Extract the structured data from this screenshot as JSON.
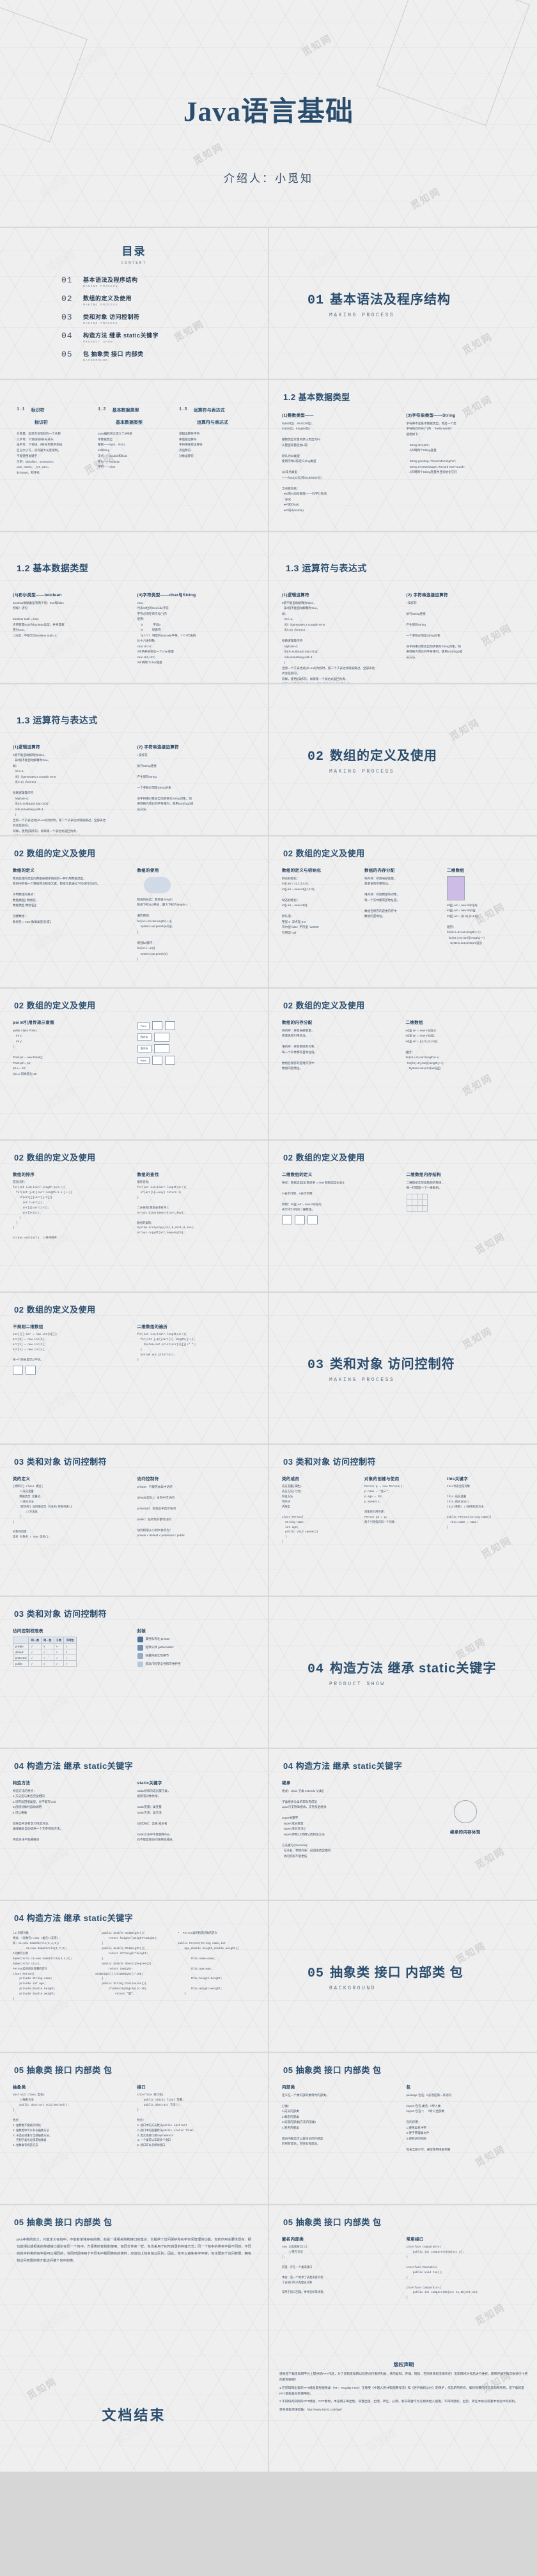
{
  "cover": {
    "title": "Java语言基础",
    "subtitle": "介绍人：小觅知"
  },
  "toc": {
    "title": "目录",
    "title_en": "CONTENT",
    "items": [
      {
        "num": "01",
        "label": "基本语法及程序结构",
        "en": "MAKING PROCESS"
      },
      {
        "num": "02",
        "label": "数组的定义及使用",
        "en": "MAKING PROCESS"
      },
      {
        "num": "03",
        "label": "类和对象  访问控制符",
        "en": "MAKING PROCESS"
      },
      {
        "num": "04",
        "label": "构造方法 继承 static关键字",
        "en": "PRODUCT SHOW"
      },
      {
        "num": "05",
        "label": "包 抽象类 接口 内部类",
        "en": "BACKGROUND"
      }
    ]
  },
  "sections": [
    {
      "num": "01",
      "label": "基本语法及程序结构",
      "en": "MAKING PROCESS"
    },
    {
      "num": "02",
      "label": "数组的定义及使用",
      "en": "MAKING PROCESS"
    },
    {
      "num": "03",
      "label": "类和对象  访问控制符",
      "en": "MAKING PROCESS"
    },
    {
      "num": "04",
      "label": "构造方法 继承 static关键字",
      "en": "PRODUCT SHOW"
    },
    {
      "num": "05",
      "label": "抽象类 接口 内部类 包",
      "en": "BACKGROUND"
    }
  ],
  "overview_1x": {
    "cards": [
      {
        "num": "1.1",
        "title": "标识符",
        "title2": "标识符",
        "body": "为变量、类或方法等起的一个名称\n以字母、下划线或$符号开头\n由字母、下划线、$符号和数字组成\n区分大小写，没有最大长度限制，\n不能使用关键字\n示例：identifier、userName、\nuser_name、_sys_var1、\n$change、程序名"
      },
      {
        "num": "1.2",
        "title": "基本数据类型",
        "title2": "基本数据类型",
        "body": "Java编程语言定义了8种基\n本数据类型\n整数——byte、short、\nint和long\n浮点——double和float\n布尔——boolean\n字符——char"
      },
      {
        "num": "1.3",
        "title": "运算符与表达式",
        "title2": "运算符与表达式",
        "body": "逻辑运算符字符\n串连接运算符\n字符串连接运算符\n点运算符\n对象运算符"
      }
    ]
  },
  "slides": [
    {
      "id": "s-1-2-a",
      "title": "1.2 基本数据类型",
      "layout": "two-col",
      "left_head": "(1)整数类型——",
      "left_body": "byte(8位)、short(16位)、\nint(32位)、long(64位)\n\n整数类型常量的默认类型为int\n长整型常量后加L或l\n\n默认为int类型\n使用字母L或l定义long类型\n\n(2)浮点类型\n——float(32位)和double(64位)\n\n浮点数包括：\n  ➤E或e(加指数值)——科学计数法\n    形式\n  ➤F或f(float)\n  ➤D或d(double)",
      "right_head": "(3)字符串类型——String",
      "right_body": "字符串不是基本数据类型，而是一个类\n字符在双引号(\"\")内    \"Hello,World!\"\n使用如下：\n\n    String str1,str2;\n    //声明两个String变量\n\n    String greeting=\"Good Morning!!\\n\";\n    String errorMessage=\"Record Not Found!\";\n    //声明两个String变量并且初始化它们"
    },
    {
      "id": "s-1-3-a",
      "title": "1.3 运算符与表达式",
      "layout": "two-col",
      "left_head": "(1)逻辑运算符",
      "left_body": "0值不能自动解释为false，\n  非0值不能自动解释为true。\n如：\n   int i=1;\n   if(i)  //generates a compile error\n   if(i!=0)  //correct\n\n短路逻辑操作符\n   MyDate d;\n   if((d!=null)&&(d.day>31)){\n   //do something with d\n   }\n当第一个子表达式(d!=null)为假时，第二个子表达式就被跳过，全部表达\n式总是假的。\n同样，使用||操作符，如果第一个表达式返回为真，\n则不必计算第二个表达式，因为整个表达式必定为真。",
      "right_head": "(2) 字符串连接运算符",
      "right_body": "+操作符\n\n执行String连接\n\n产生新的String\n\n一个参数必须是String对象\n\n非字符串对象会自动转换为String对象。如\n要转换为等价的字符串时，使用toString()成\n员方法"
    },
    {
      "id": "s-1-2-b",
      "title": "1.2 基本数据类型",
      "layout": "two-col",
      "left_head": "(3)布尔类型——boolean",
      "left_body": "boolean数据类型有两个值：true和false\n例如：语句\n\nboolean truth = true;\n声明变量truth为boolean类型，并将其赋\n值为true。\n◻注意：不能写为boolean truth=1;",
      "right_head": "(4)字符类型——char与String",
      "right_body": "char\n代表16位的Unicode字符\n字符必须在单引号('')内\n使用：\n    'a'            字母a\n    '\\t'           制表符\n    '\\u????'  特定的Unicode字符，????代表四\n位十六进制数\nchar ch='A';\n//声明并初始化一个char变量\nchar ch1,ch2;\n//声明两个char变量"
    },
    {
      "id": "s-2-a",
      "title": "02  数组的定义及使用",
      "layout": "two-col-img",
      "left_head": "数组的定义",
      "left_body": "数组是相同类型的数据按顺序组成的一种引用数据类型。\n数组中的每一个数据称为数组元素，数组元素通过下标(索引)访问。\n\n声明数组的格式：\n数据类型[] 数组名;\n数据类型 数组名[];\n\n创建数组：\n数组名 = new 数据类型[长度];",
      "right_head": "数组的使用",
      "right_body": "数组的长度：数组名.length\n数组下标从0开始，最大下标为length-1\n\n遍历数组：\nfor(int i=0;i<arr.length;i++){\n    System.out.println(arr[i]);\n}\n\n增强for循环：\nfor(int x : arr){\n    System.out.println(x);\n}"
    },
    {
      "id": "s-2-b",
      "title": "02  数组的定义及使用",
      "layout": "three-box",
      "boxes": [
        {
          "h": "数组的定义与初始化",
          "b": "静态初始化：\nint[] arr = {1,2,3,4,5};\nint[] arr = new int[]{1,2,3};\n\n动态初始化：\nint[] arr = new int[5];\n\n默认值：\n整型 0  浮点型 0.0\n布尔型 false  字符型 '\\u0000'\n引用型 null"
        },
        {
          "h": "数组的内存分配",
          "b": "栈内存：存放局部变量，\n变量名和引用地址。\n\n堆内存：存放数组和对象，\n每一个实体都有首地址值。\n\n数组名保存的是堆内存中\n数组的首地址。"
        },
        {
          "h": "二维数组",
          "b": "int[][] arr = new int[3][4];\nint[][] arr = new int[3][];\nint[][] arr = {{1,2},{3,4,5}};\n\n遍历：\nfor(int i=0;i<arr.length;i++)\n  for(int j=0;j<arr[i].length;j++)\n    System.out.print(arr[i][j]);"
        }
      ]
    },
    {
      "id": "s-2-c",
      "title": "02  数组的定义及使用",
      "layout": "diagram-point",
      "left_head": "point引用传递示意图",
      "left_body": "public class Point{\n    int x;\n    int y;\n}\n\nPoint p1 = new Point();\nPoint p2 = p1;\np2.x = 10;\n//p1.x 同样变为 10",
      "labels": [
        "Point",
        "栈内存",
        "堆内存",
        "Point"
      ]
    },
    {
      "id": "s-2-d",
      "title": "02  数组的定义及使用",
      "layout": "two-col",
      "left_head": "数组的排序",
      "left_body": "冒泡排序：\nfor(int i=0;i<arr.length-1;i++){\n  for(int j=0;j<arr.length-1-i;j++){\n    if(arr[j]>arr[j+1]){\n      int t=arr[j];\n      arr[j]=arr[j+1];\n      arr[j+1]=t;\n    }\n  }\n}\n\nArrays.sort(arr); //升序排序",
      "right_head": "数组的查找",
      "right_body": "顺序查找：\nfor(int i=0;i<arr.length;i++){\n  if(arr[i]==key) return i;\n}\n\n二分查找(数组必须有序)：\nArrays.binarySearch(arr,key);\n\n数组的复制：\nSystem.arraycopy(src,0,dest,0,len);\nArrays.copyOf(arr,newLength);"
    },
    {
      "id": "s-2-e",
      "title": "02  数组的定义及使用",
      "layout": "two-col-table",
      "left_head": "二维数组的定义",
      "left_body": "格式：数据类型[][] 数组名 = new 数据类型[m][n];\n\nm表示行数，n表示列数\n\n例如：int[][] arr = new int[3][4];\n表示3行4列的二维数组。",
      "right_head": "二维数组内存结构",
      "right_body": "二维数组实际是数组的数组，\n每一行都是一个一维数组。"
    },
    {
      "id": "s-2-f",
      "title": "02  数组的定义及使用",
      "layout": "two-col-table",
      "left_head": "不规则二维数组",
      "left_body": "int[][] arr = new int[3][];\narr[0] = new int[2];\narr[1] = new int[3];\narr[2] = new int[4];\n\n每一行的长度可以不同。",
      "right_head": "二维数组的遍历",
      "right_body": "for(int i=0;i<arr.length;i++){\n  for(int j=0;j<arr[i].length;j++){\n    System.out.print(arr[i][j]+\" \");\n  }\n  System.out.println();\n}"
    },
    {
      "id": "s-3-a",
      "title": "03  类和对象  访问控制符",
      "layout": "two-col",
      "left_head": "类的定义",
      "left_body": "[修饰符] class 类名{\n    //成员变量\n    数据类型 变量名;\n    //成员方法\n    [修饰符] 返回值类型 方法名(参数列表){\n        //方法体\n    }\n}\n\n对象的创建：\n类名 对象名 = new 类名();",
      "right_head": "访问控制符",
      "right_body": "private：只能在本类中访问\n\ndefault(默认)：本包中可访问\n\nprotected：本包及子类可访问\n\npublic：任何地方都可访问\n\n访问权限从小到大依次为：\nprivate < default < protected < public"
    },
    {
      "id": "s-3-b",
      "title": "03  类和对象  访问控制符",
      "layout": "three-box",
      "boxes": [
        {
          "h": "类的成员",
          "b": "成员变量(属性)\n成员方法(行为)\n构造方法\n代码块\n内部类\n\nclass Person{\n  String name;\n  int age;\n  public void speak(){\n  }\n}"
        },
        {
          "h": "对象的创建与使用",
          "b": "Person p = new Person();\np.name = \"张三\";\np.age = 20;\np.speak();\n\n对象的引用传递：\nPerson p2 = p;\n两个引用指向同一个对象"
        },
        {
          "h": "this关键字",
          "b": "this代表当前对象\n\nthis.成员变量\nthis.成员方法()\nthis(参数) //调用构造方法\n\npublic Person(String name){\n  this.name = name;\n}"
        }
      ]
    },
    {
      "id": "s-3-c",
      "title": "03  类和对象  访问控制符",
      "layout": "table-slide",
      "left_head": "访问控制权限表",
      "table": {
        "headers": [
          "",
          "同一类",
          "同一包",
          "子类",
          "不同包"
        ],
        "rows": [
          [
            "private",
            "√",
            "×",
            "×",
            "×"
          ],
          [
            "default",
            "√",
            "√",
            "×",
            "×"
          ],
          [
            "protected",
            "√",
            "√",
            "√",
            "×"
          ],
          [
            "public",
            "√",
            "√",
            "√",
            "√"
          ]
        ]
      },
      "right_head": "封装",
      "right_items": [
        "属性私有化 private",
        "提供公共 getter/setter",
        "隐藏内部实现细节",
        "提高代码安全性和可维护性"
      ]
    },
    {
      "id": "s-4-a",
      "title": "04  构造方法 继承 static关键字",
      "layout": "two-col",
      "left_head": "构造方法",
      "left_body": "构造方法的特点：\n1.方法名与类名完全相同\n2.没有返回值类型，也不能写void\n3.创建对象时自动调用\n4.可以重载\n\n如果类中没有定义构造方法，\n编译器会自动提供一个无参构造方法。\n\n构造方法不能被继承",
      "right_head": "static关键字",
      "right_body": "static修饰的成员属于类，\n被所有对象共享。\n\nstatic变量：类变量\nstatic方法：类方法\n\n访问方式：类名.成员名\n\nstatic方法中不能使用this，\n也不能直接访问非静态成员。"
    },
    {
      "id": "s-4-b",
      "title": "04  构造方法 继承 static关键字",
      "layout": "inherit",
      "left_head": "继承",
      "left_body": "格式：class 子类 extends 父类{}\n\n子类继承父类的非私有成员\nJava只支持单继承，支持多层继承\n\nsuper关键字：\n  super.成员变量\n  super.成员方法()\n  super(参数) //调用父类构造方法\n\n方法重写(Override)：\n  方法名、参数列表、返回值类型相同\n  访问权限不能更低",
      "right_head": "继承的内存体现"
    },
    {
      "id": "s-4-c",
      "title": "04  构造方法 继承 static关键字",
      "layout": "long-text",
      "body": "(1)创建对象\n格式：<对象名>=new <类名>(实参);\n如：c1=new SameCircle(3,4,5);\n        c2=new SameCircle(6,7,8);\n2对象的引用\nSameCircle c1=new SameCircle(3,4,5);\nSameCircle c2=c1；\nPerson类的成员变量的定义\nclass Person{\n    private String name;\n    private int age;\n    private double height;\n    private double weight;\n}",
      "body2": "    public double StdWeight(){\n        return height/(weight*weight);\n    }\n    public double StdWeight(){\n        return 22*height*height;\n    }\n    public double ObesityDegree(){\n        return (weight-\nStdWeight())/StdWeight()*100;\n    }\n    public String Conclusion(){\n        if(ObesityDegree()<-10)\n            return \"瘦\";",
      "body3": "▪  Person类的构造函数的定义\n\npublic Person(String name,int\n    age,double height,double weight){\n\n        this.name=name;\n\n        this.age=age;\n\n        this.height=height;\n\n        this.weight=weight;\n    }"
    },
    {
      "id": "s-5-a",
      "title": "05 抽象类  接口  内部类  包",
      "layout": "two-col",
      "left_head": "抽象类",
      "left_body": "abstract class 类名{\n    //抽象方法\n    public abstract void method();\n}\n\n特点：\n1.抽象类不能被实例化\n2.抽象类中可以有非抽象方法\n3.子类必须重写全部抽象方法，\n  否则子类也必须是抽象类\n4.抽象类有构造方法",
      "right_head": "接口",
      "right_body": "interface 接口名{\n    public static final 常量;\n    public abstract 方法();\n}\n\n特点：\n1.接口中的方法默认public abstract\n2.接口中的变量默认public static final\n3.类实现接口用implements\n4.一个类可以实现多个接口\n5.接口可以多继承接口"
    },
    {
      "id": "s-5-b",
      "title": "05 抽象类  接口  内部类  包",
      "layout": "two-col",
      "left_head": "内部类",
      "left_body": "定义在一个类内部的类称为内部类。\n\n分类：\n1.成员内部类\n2.静态内部类\n3.局部内部类(方法内部类)\n4.匿名内部类\n\n成员内部类可以直接访问外部类\n的所有成员，包括私有成员。",
      "right_head": "包",
      "right_body": "package 包名;  //必须是第一条语句\n\nimport 包名.类名;  //导入类\nimport 包名.*;     //导入全部类\n\n包的作用：\n1.避免类名冲突\n2.便于管理类文件\n3.控制访问权限\n\n包名全部小写，通常使用域名倒置"
    },
    {
      "id": "s-5-c",
      "title": "05 抽象类  接口  内部类  包",
      "layout": "long-text2",
      "body": "java中类的定义，只能定义在包中，不能有单独存在的类。包是一组相关类和接口的集合，它提供了访问保护和名字空间管理的功能。包的作用主要体现在：把功能相似或相关的类或接口组织在同一个包中，方便类的查找和使用；如同文件夹一样，包也采用了树形目录的存储方式；同一个包中的类名字是不同的，不同的包中的类的名字是可以相同的，当同时调用两个不同包中相同类名的类时，应该加上包名加以区别，因此，包可以避免名字冲突；包也限定了访问权限，拥有包访问权限的类才能访问某个包中的类。"
    },
    {
      "id": "s-5-d",
      "title": "05 抽象类  接口  内部类  包",
      "layout": "two-col",
      "left_head": "匿名内部类",
      "left_body": "new 父类或接口(){\n    //重写方法\n};\n\n前提：存在一个类或接口\n\n本质：是一个继承了该类或者实现\n了该接口的子类匿名对象\n\n常用于接口回调、事件监听等场景。",
      "right_head": "常用接口",
      "right_body": "interface Comparable{\n    public int compareTo(Object o);\n}\n\ninterface Runnable{\n    public void run();\n}\n\ninterface Comparator{\n    public int compare(Object o1,Object o2);\n}"
    }
  ],
  "ending": {
    "text": "文档结束",
    "copyright_title": "版权声明",
    "copyright_paras": [
      "感谢您下载觅知网平台上提供的PPT作品，为了您和觅知网以及原创作者的利益，请勿复制、传播、销售，否则将承担法律责任！觅知网将对作品进行维权，按照传播下载次数进行十倍的索取赔偿！",
      "1.在觅知网出售的PPT模板是免版税类（RF：Royalty-Free）正版受《中国人民共和国著作法》和《世界版权公约》的保护，作品的所有权、版权和著作权归觅知网所有，您下载的是PPT模板素材的使用权。",
      "2.不得将觅知网的PPT模板、PPT素材，本身用于再出售，或者出租、出借、转让、分销、发布或者作为礼物供他人使用，不得转授权、出卖、转让本协议或者本协议中的权利。",
      "更多模板烦请登陆：http://www.51niz.com/ppt/"
    ]
  },
  "watermark": "觅知网"
}
